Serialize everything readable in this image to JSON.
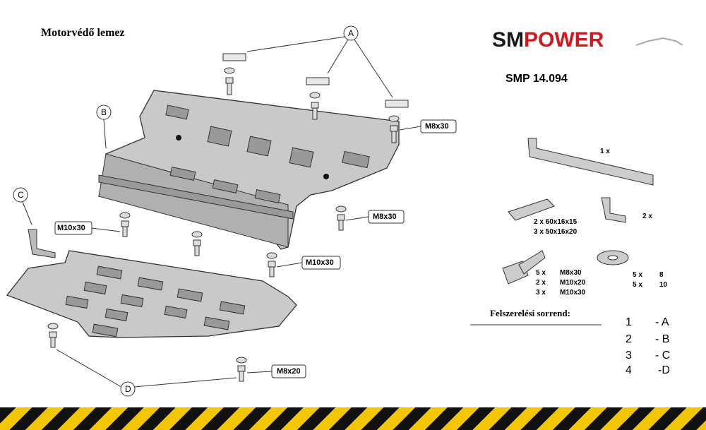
{
  "title": "Motorvédő lemez",
  "brand": {
    "sm": "SM",
    "power": "POWER",
    "colors": {
      "sm": "#1a1a1a",
      "power": "#d0191f"
    }
  },
  "product_code": "SMP 14.094",
  "callouts": [
    "A",
    "B",
    "C",
    "D"
  ],
  "bolt_labels": [
    "M8x30",
    "M8x30",
    "M10x30",
    "M10x30",
    "M8x20"
  ],
  "parts": {
    "bar": "1  x",
    "spacer_lines": [
      "2  x    60x16x15",
      "3  x    50x16x20"
    ],
    "bracket": "2  x",
    "bolts": {
      "counts": [
        "5  x",
        "2  x",
        "3  x"
      ],
      "sizes": [
        "M8x30",
        "M10x20",
        "M10x30"
      ]
    },
    "washers": {
      "counts": [
        "5  x",
        "5  x"
      ],
      "sizes": [
        "8",
        "10"
      ]
    }
  },
  "install_title": "Felszerelési sorrend:",
  "install_steps": [
    {
      "num": "1",
      "letter": "- A"
    },
    {
      "num": "2",
      "letter": "- B"
    },
    {
      "num": "3",
      "letter": "- C"
    },
    {
      "num": "4",
      "letter": "-D"
    }
  ],
  "colors": {
    "plate": "#c9c9c9",
    "plate_dark": "#a8a8a8",
    "outline": "#333333",
    "hazard_yellow": "#f2c600",
    "hazard_black": "#111111"
  }
}
